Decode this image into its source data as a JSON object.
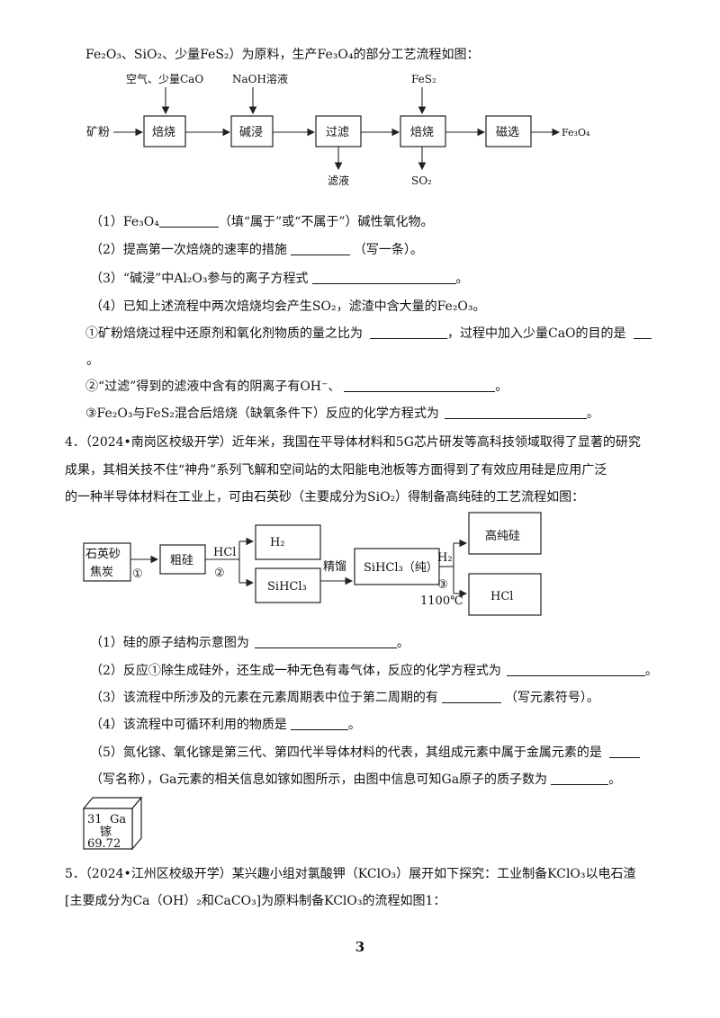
{
  "q3": {
    "intro": "Fe₂O₃、SiO₂、少量FeS₂）为原料，生产Fe₃O₄的部分工艺流程如图：",
    "flow": {
      "input1": "空气、少量CaO",
      "input2": "NaOH溶液",
      "input3": "FeS₂",
      "start": "矿粉",
      "step1": "焙烧",
      "step2": "碱浸",
      "step3": "过滤",
      "step4": "焙烧",
      "step5": "磁选",
      "product": "Fe₃O₄",
      "out_filter": "滤液",
      "out_roast": "SO₂"
    },
    "p1a": "（1）Fe₃O₄",
    "p1b": "（填“属于”或“不属于”）碱性氧化物。",
    "p2a": "（2）提高第一次焙烧的速率的措施",
    "p2b": "（写一条）。",
    "p3a": "（3）“碱浸”中Al₂O₃参与的离子方程式",
    "p3b": "。",
    "p4": "（4）已知上述流程中两次焙烧均会产生SO₂，滤渣中含大量的Fe₂O₃。",
    "p4_1a": "①矿粉焙烧过程中还原剂和氧化剂物质的量之比为",
    "p4_1b": "，过程中加入少量CaO的目的是",
    "p4_1c": "。",
    "p4_2a": "②“过滤”得到的滤液中含有的阴离子有OH⁻、",
    "p4_2b": "。",
    "p4_3a": "③Fe₂O₃与FeS₂混合后焙烧（缺氧条件下）反应的化学方程式为",
    "p4_3b": "。"
  },
  "q4": {
    "line1": "4．（2024•南岗区校级开学）近年米，我国在平导体材料和5G芯片研发等高科技领域取得了显著的研究",
    "line2": "成果，其相关技不住“神舟”系列飞解和空间站的太阳能电池板等方面得到了有效应用硅是应用广泛",
    "line3": "的一种半导体材料在工业上，可由石英砂（主要成分为SiO₂）得制备高纯硅的工艺流程如图：",
    "flow": {
      "raw1": "石英砂",
      "raw2": "焦炭",
      "step1_num": "①",
      "crude": "粗硅",
      "reagent_hcl": "HCl",
      "step2_num": "②",
      "h2_box": "H₂",
      "sihcl3_box": "SiHCl₃",
      "distill": "精馏",
      "pure_box": "SiHCl₃（纯）",
      "reagent_h2": "H₂",
      "step3_num": "③",
      "temp": "1100℃",
      "product": "高纯硅",
      "byproduct": "HCl"
    },
    "p1a": "（1）硅的原子结构示意图为",
    "p1b": "。",
    "p2a": "（2）反应①除生成硅外，还生成一种无色有毒气体，反应的化学方程式为",
    "p2b": "。",
    "p3a": "（3）该流程中所涉及的元素在元素周期表中位于第二周期的有",
    "p3b": "（写元素符号）。",
    "p4a": "（4）该流程中可循环利用的物质是",
    "p4b": "。",
    "p5a": "（5）氮化镓、氧化镓是第三代、第四代半导体材料的代表，其组成元素中属于金属元素的是",
    "p5b": "（写名称），Ga元素的相关信息如镓如图所示，由图中信息可知Ga原子的质子数为",
    "p5c": "。",
    "element": {
      "number": "31",
      "symbol": "Ga",
      "name": "镓",
      "mass": "69.72"
    }
  },
  "q5": {
    "line1": "5．（2024•江州区校级开学）某兴趣小组对氯酸钾（KClO₃）展开如下探究：工业制备KClO₃以电石渣",
    "line2": "[主要成分为Ca（OH）₂和CaCO₃]为原料制备KClO₃的流程如图1："
  },
  "page_number": "3"
}
